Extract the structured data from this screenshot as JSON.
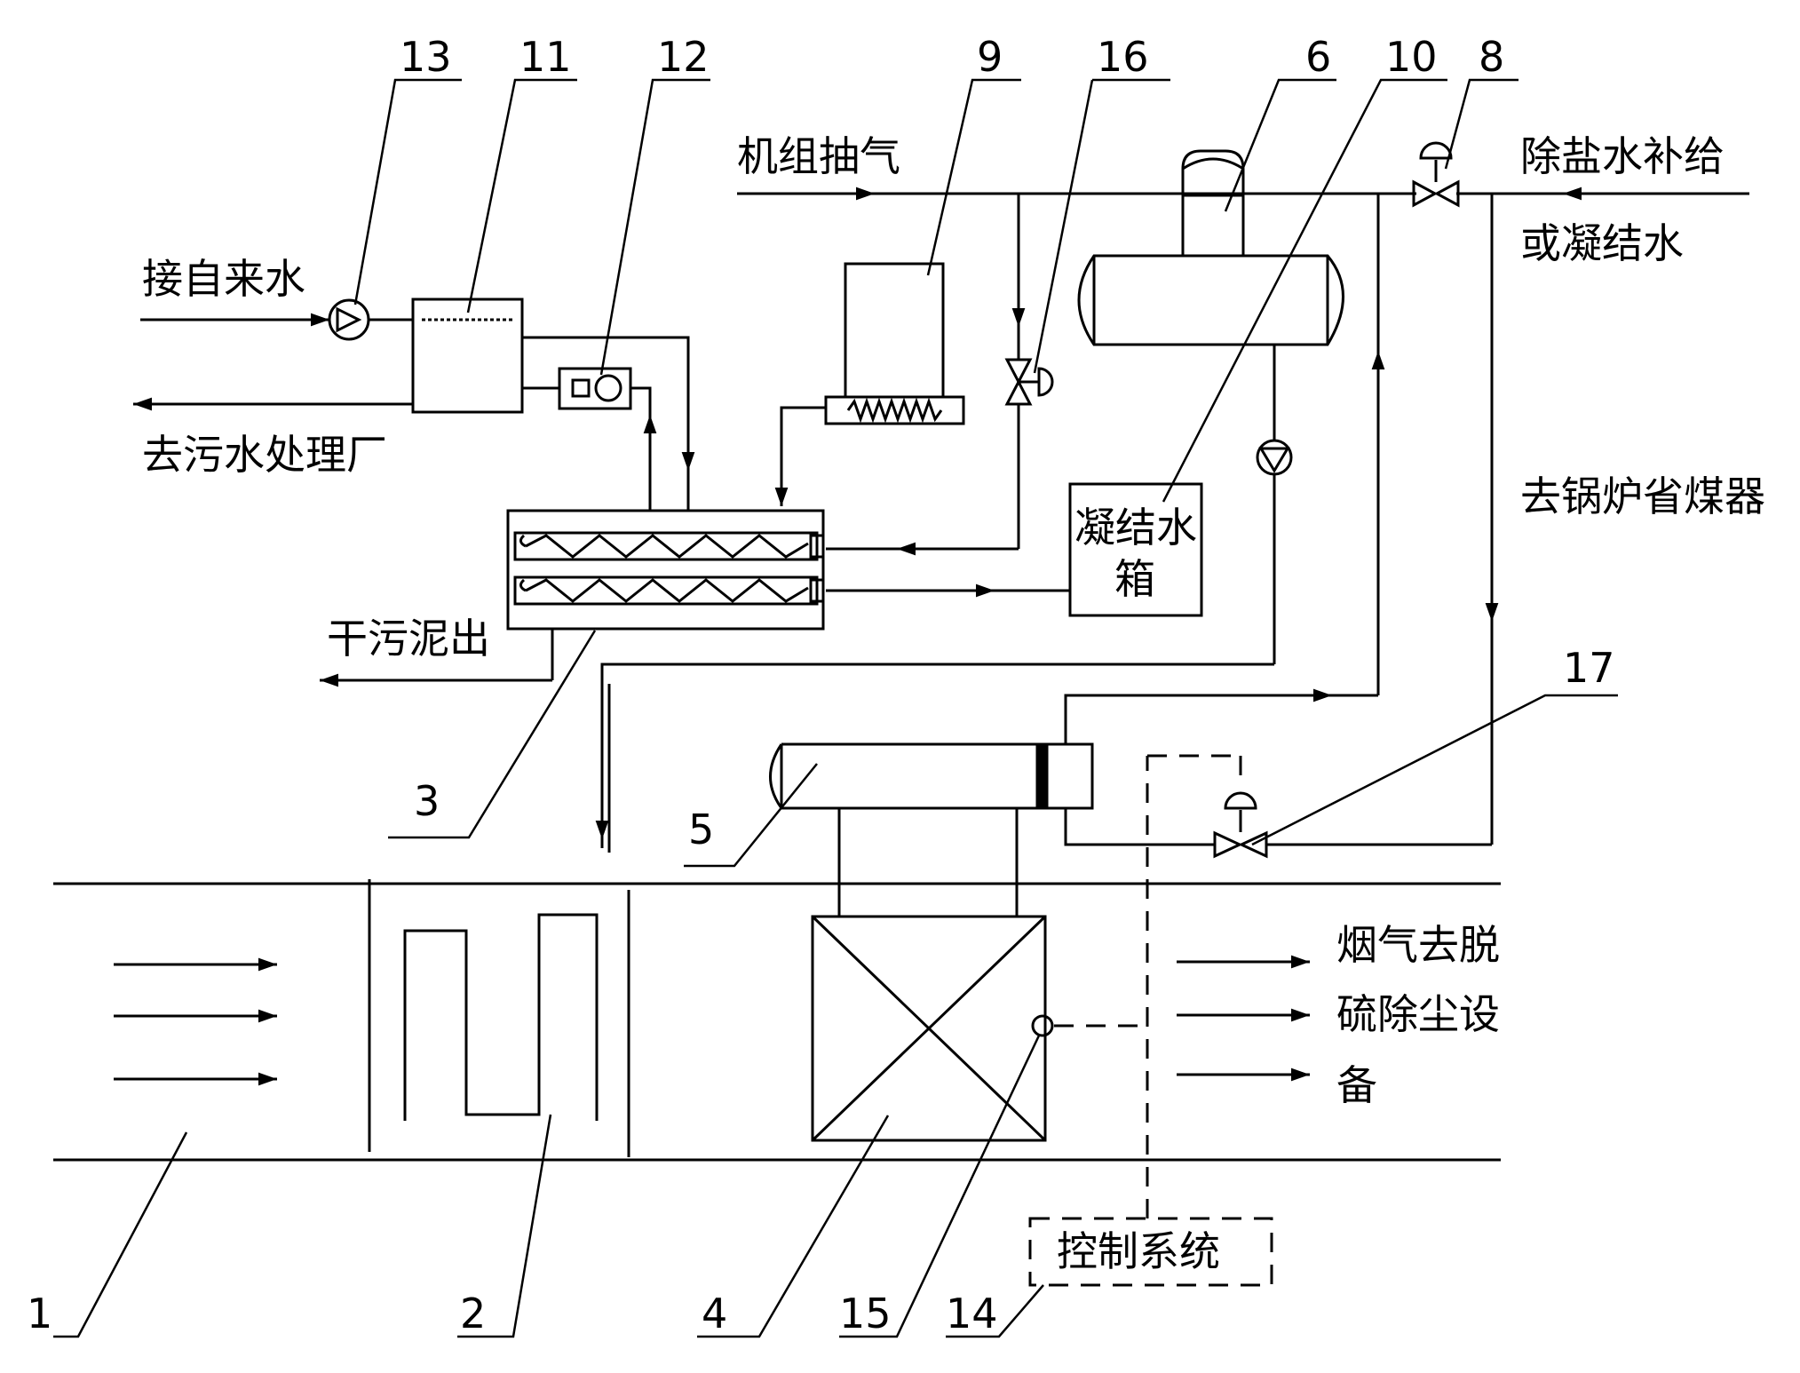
{
  "numbers": {
    "n1": "1",
    "n2": "2",
    "n3": "3",
    "n4": "4",
    "n5": "5",
    "n6": "6",
    "n8": "8",
    "n9": "9",
    "n10": "10",
    "n11": "11",
    "n12": "12",
    "n13": "13",
    "n14": "14",
    "n15": "15",
    "n16": "16",
    "n17": "17"
  },
  "labels": {
    "tap_water": "接自来水",
    "sewage": "去污水处理厂",
    "unit_steam": "机组抽气",
    "demin_line1": "除盐水补给",
    "demin_line2": "或凝结水",
    "economizer": "去锅炉省煤器",
    "dry_sludge": "干污泥出",
    "cond_tank_line1": "凝结水",
    "cond_tank_line2": "箱",
    "flue_line1": "烟气去脱",
    "flue_line2": "硫除尘设",
    "flue_line3": "备",
    "control": "控制系统"
  },
  "colors": {
    "stroke": "#000000",
    "background": "#ffffff"
  }
}
